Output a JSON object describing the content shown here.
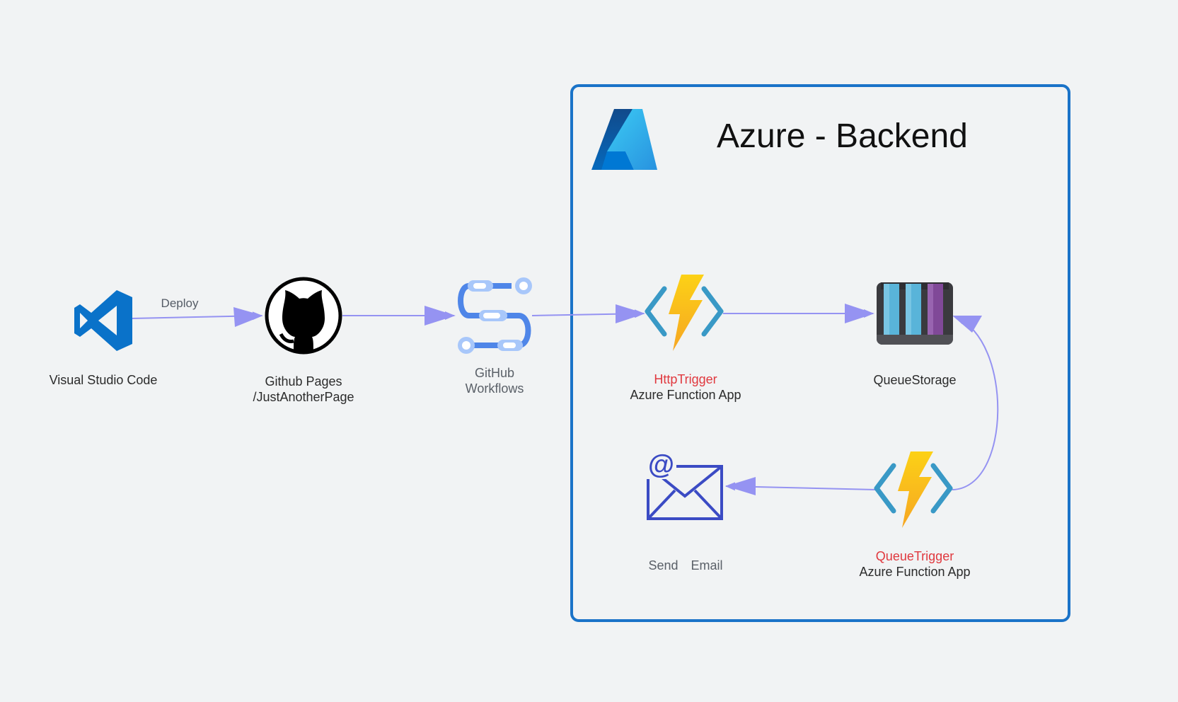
{
  "group": {
    "title": "Azure - Backend",
    "logo_icon": "azure-logo-icon",
    "border_color": "#1a73c8"
  },
  "edge_color": "#9593f2",
  "nodes": {
    "vscode": {
      "icon": "visual-studio-code-icon",
      "label_lines": [
        "Visual Studio Code"
      ]
    },
    "github_pages": {
      "icon": "github-octocat-icon",
      "label_lines": [
        "Github Pages",
        "/JustAnotherPage"
      ]
    },
    "github_workflows": {
      "icon": "workflow-pipeline-icon",
      "label_lines": [
        "GitHub",
        "Workflows"
      ]
    },
    "http_trigger": {
      "icon": "azure-function-icon",
      "trigger": "HttpTrigger",
      "label": "Azure Function App"
    },
    "queue_storage": {
      "icon": "queue-storage-icon",
      "label_lines": [
        "QueueStorage"
      ]
    },
    "queue_trigger": {
      "icon": "azure-function-icon",
      "trigger": "QueueTrigger",
      "label": "Azure Function App"
    },
    "send_email": {
      "icon": "email-envelope-icon",
      "label_words": [
        "Send",
        "Email"
      ]
    }
  },
  "edges": [
    {
      "from": "vscode",
      "to": "github_pages",
      "label": "Deploy"
    },
    {
      "from": "github_pages",
      "to": "github_workflows",
      "label": ""
    },
    {
      "from": "github_workflows",
      "to": "http_trigger",
      "label": ""
    },
    {
      "from": "http_trigger",
      "to": "queue_storage",
      "label": ""
    },
    {
      "from": "queue_trigger",
      "to": "queue_storage",
      "label": ""
    },
    {
      "from": "queue_trigger",
      "to": "send_email",
      "label": ""
    }
  ]
}
